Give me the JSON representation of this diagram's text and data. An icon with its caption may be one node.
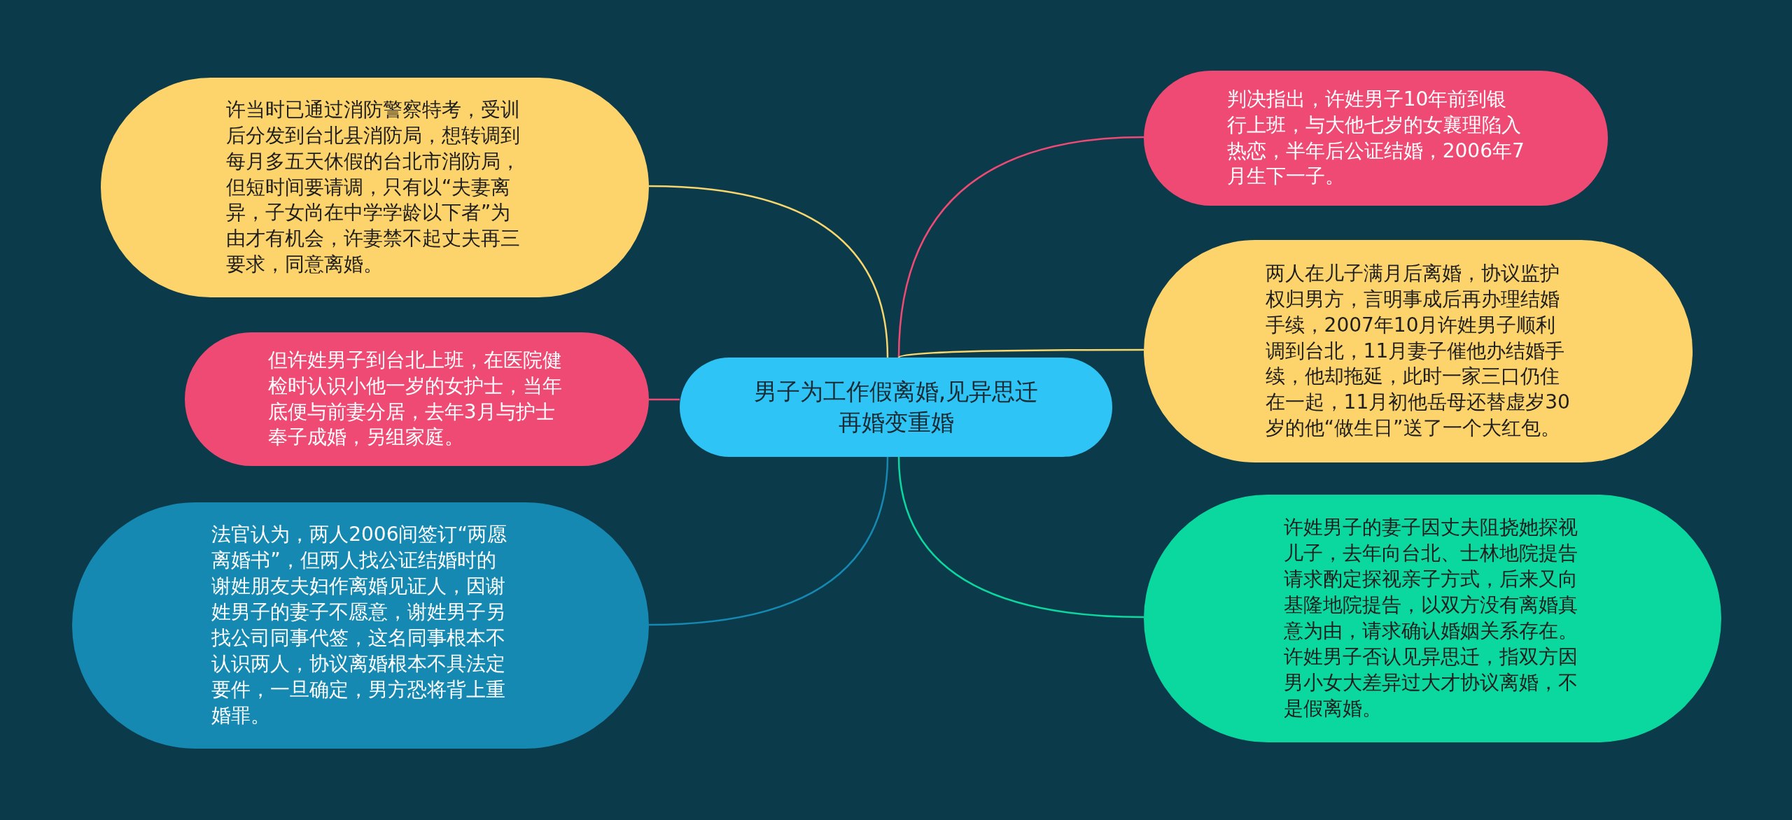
{
  "diagram": {
    "nodes": [
      {
        "text": [
          "男子为工作假离婚,见异思迁再婚变重婚"
        ]
      },
      {
        "text": [
          "许当时已通过消防警察特考，受训后分发到台北县消防局，想转调到每月多五天休假的台北市消防局，但短时间要请调，只有以“夫妻离异，子女尚在中学学龄以下者”为由才有机会，许妻禁不起丈夫再三要求，同意离婚。"
        ]
      },
      {
        "text": [
          "但许姓男子到台北上班，在医院健检时认识小他一岁的女护士，当年底便与前妻分居，去年3月与护士奉子成婚，另组家庭。"
        ]
      },
      {
        "text": [
          "法官认为，两人2006间签订“两愿离婚书”，但两人找公证结婚时的谢姓朋友夫妇作离婚见证人，因谢姓男子的妻子不愿意，谢姓男子另找公司同事代签，这名同事根本不认识两人，协议离婚根本不具法定要件，一旦确定，男方恐将背上重婚罪。"
        ]
      },
      {
        "text": [
          "判决指出，许姓男子10年前到银行上班，与大他七岁的女襄理陷入热恋，半年后公证结婚，2006年7月生下一子。"
        ]
      },
      {
        "text": [
          "两人在儿子满月后离婚，协议监护权归男方，言明事成后再办理结婚手续，2007年10月许姓男子顺利调到台北，11月妻子催他办结婚手续，他却拖延，此时一家三口仍住在一起，11月初他岳母还替虚岁30岁的他“做生日”送了一个大红包。"
        ]
      },
      {
        "text": [
          "许姓男子的妻子因丈夫阻挠她探视儿子，去年向台北、士林地院提告请求酌定探视亲子方式，后来又向基隆地院提告，以双方没有离婚真意为由，请求确认婚姻关系存在。许姓男子否认见异思迁，指双方因男小女大差异过大才协议离婚，不是假离婚。"
        ]
      }
    ],
    "edges": [
      {
        "from": 0,
        "to": 1,
        "arrow": "none",
        "color": "#f6d66d"
      },
      {
        "from": 0,
        "to": 2,
        "arrow": "none",
        "color": "#ef4a74"
      },
      {
        "from": 0,
        "to": 3,
        "arrow": "none",
        "color": "#1589b1"
      },
      {
        "from": 0,
        "to": 4,
        "arrow": "none",
        "color": "#ef4a74"
      },
      {
        "from": 0,
        "to": 5,
        "arrow": "none",
        "color": "#f6d66d"
      },
      {
        "from": 0,
        "to": 6,
        "arrow": "none",
        "color": "#0bd89f"
      }
    ]
  }
}
